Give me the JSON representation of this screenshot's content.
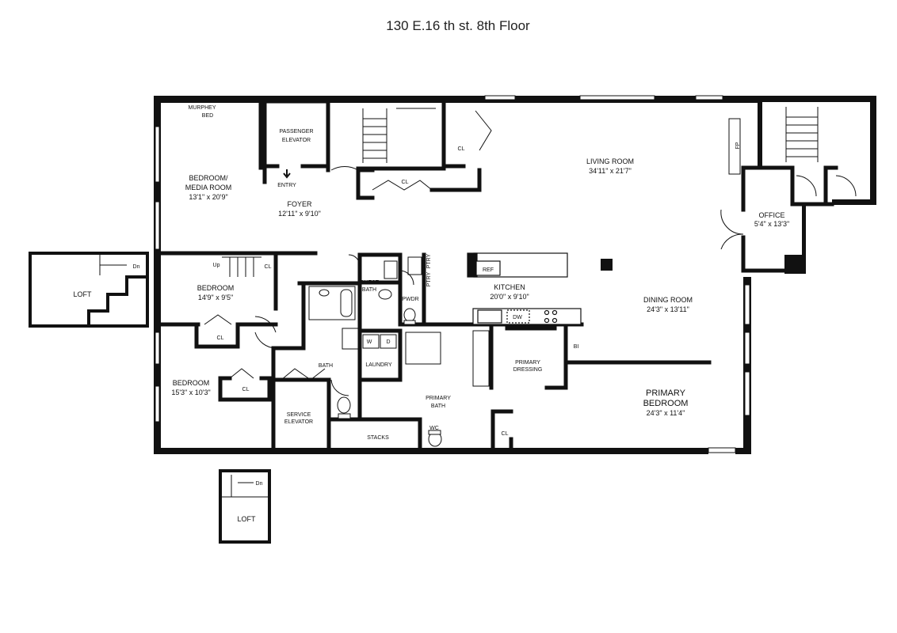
{
  "title": "130 E.16 th st. 8th Floor",
  "rooms": {
    "murphey_bed": [
      "MURPHEY",
      "BED"
    ],
    "bedroom_media": {
      "name1": "BEDROOM/",
      "name2": "MEDIA ROOM",
      "dim": "13'1\" x 20'9\""
    },
    "passenger_elevator": [
      "PASSENGER",
      "ELEVATOR"
    ],
    "entry": "ENTRY",
    "foyer": {
      "name": "FOYER",
      "dim": "12'11\" x 9'10\""
    },
    "closet": "CL",
    "living_room": {
      "name": "LIVING ROOM",
      "dim": "34'11\" x 21'7\""
    },
    "fireplace": "FP",
    "office": {
      "name": "OFFICE",
      "dim": "5'4\" x 13'3\""
    },
    "up": "Up",
    "dn": "Dn",
    "loft": "LOFT",
    "bedroom1": {
      "name": "BEDROOM",
      "dim": "14'9\" x 9'5\""
    },
    "bedroom2": {
      "name": "BEDROOM",
      "dim": "15'3\" x 10'3\""
    },
    "guest_bath": [
      "GUEST",
      "BATH"
    ],
    "pwdr": "PWDR",
    "ptry": "PTRY",
    "ref": "REF",
    "kitchen": {
      "name": "KITCHEN",
      "dim": "20'0\" x 9'10\""
    },
    "dw": "DW",
    "dining_room": {
      "name": "DINING ROOM",
      "dim": "24'3\" x 13'11\""
    },
    "bath": "BATH",
    "washer": "W",
    "dryer": "D",
    "laundry": "LAUNDRY",
    "primary_bath": [
      "PRIMARY",
      "BATH"
    ],
    "primary_dressing": [
      "PRIMARY",
      "DRESSING"
    ],
    "bi": "BI",
    "primary_bedroom": {
      "name1": "PRIMARY",
      "name2": "BEDROOM",
      "dim": "24'3\" x 11'4\""
    },
    "service_elevator": [
      "SERVICE",
      "ELEVATOR"
    ],
    "stacks": "STACKS",
    "wc": "WC"
  }
}
